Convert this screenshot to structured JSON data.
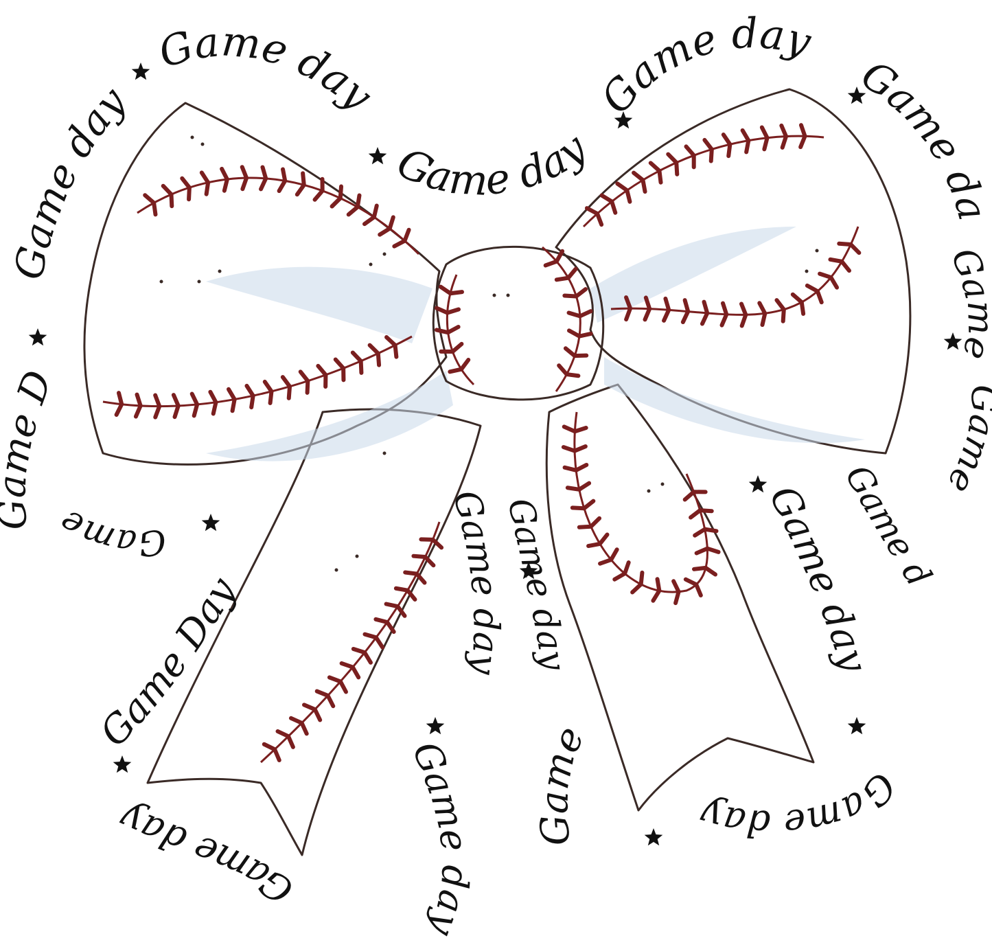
{
  "lettering": [
    "Game day",
    "Game day",
    "Game day",
    "Game day",
    "Game day",
    "Game day",
    "Game day",
    "Game Day",
    "Game Day",
    "Game day",
    "Game day",
    "Game",
    "Game day",
    "Game day",
    "Game day",
    "Game day",
    "Game day",
    "Game day"
  ],
  "colors": {
    "ink": "#111111",
    "stitch": "#7a1f1f",
    "ribbon": "#fbeee6",
    "ribbon_shade": "#f2cfc2",
    "ribbon_blue": "#c9d9ea"
  }
}
